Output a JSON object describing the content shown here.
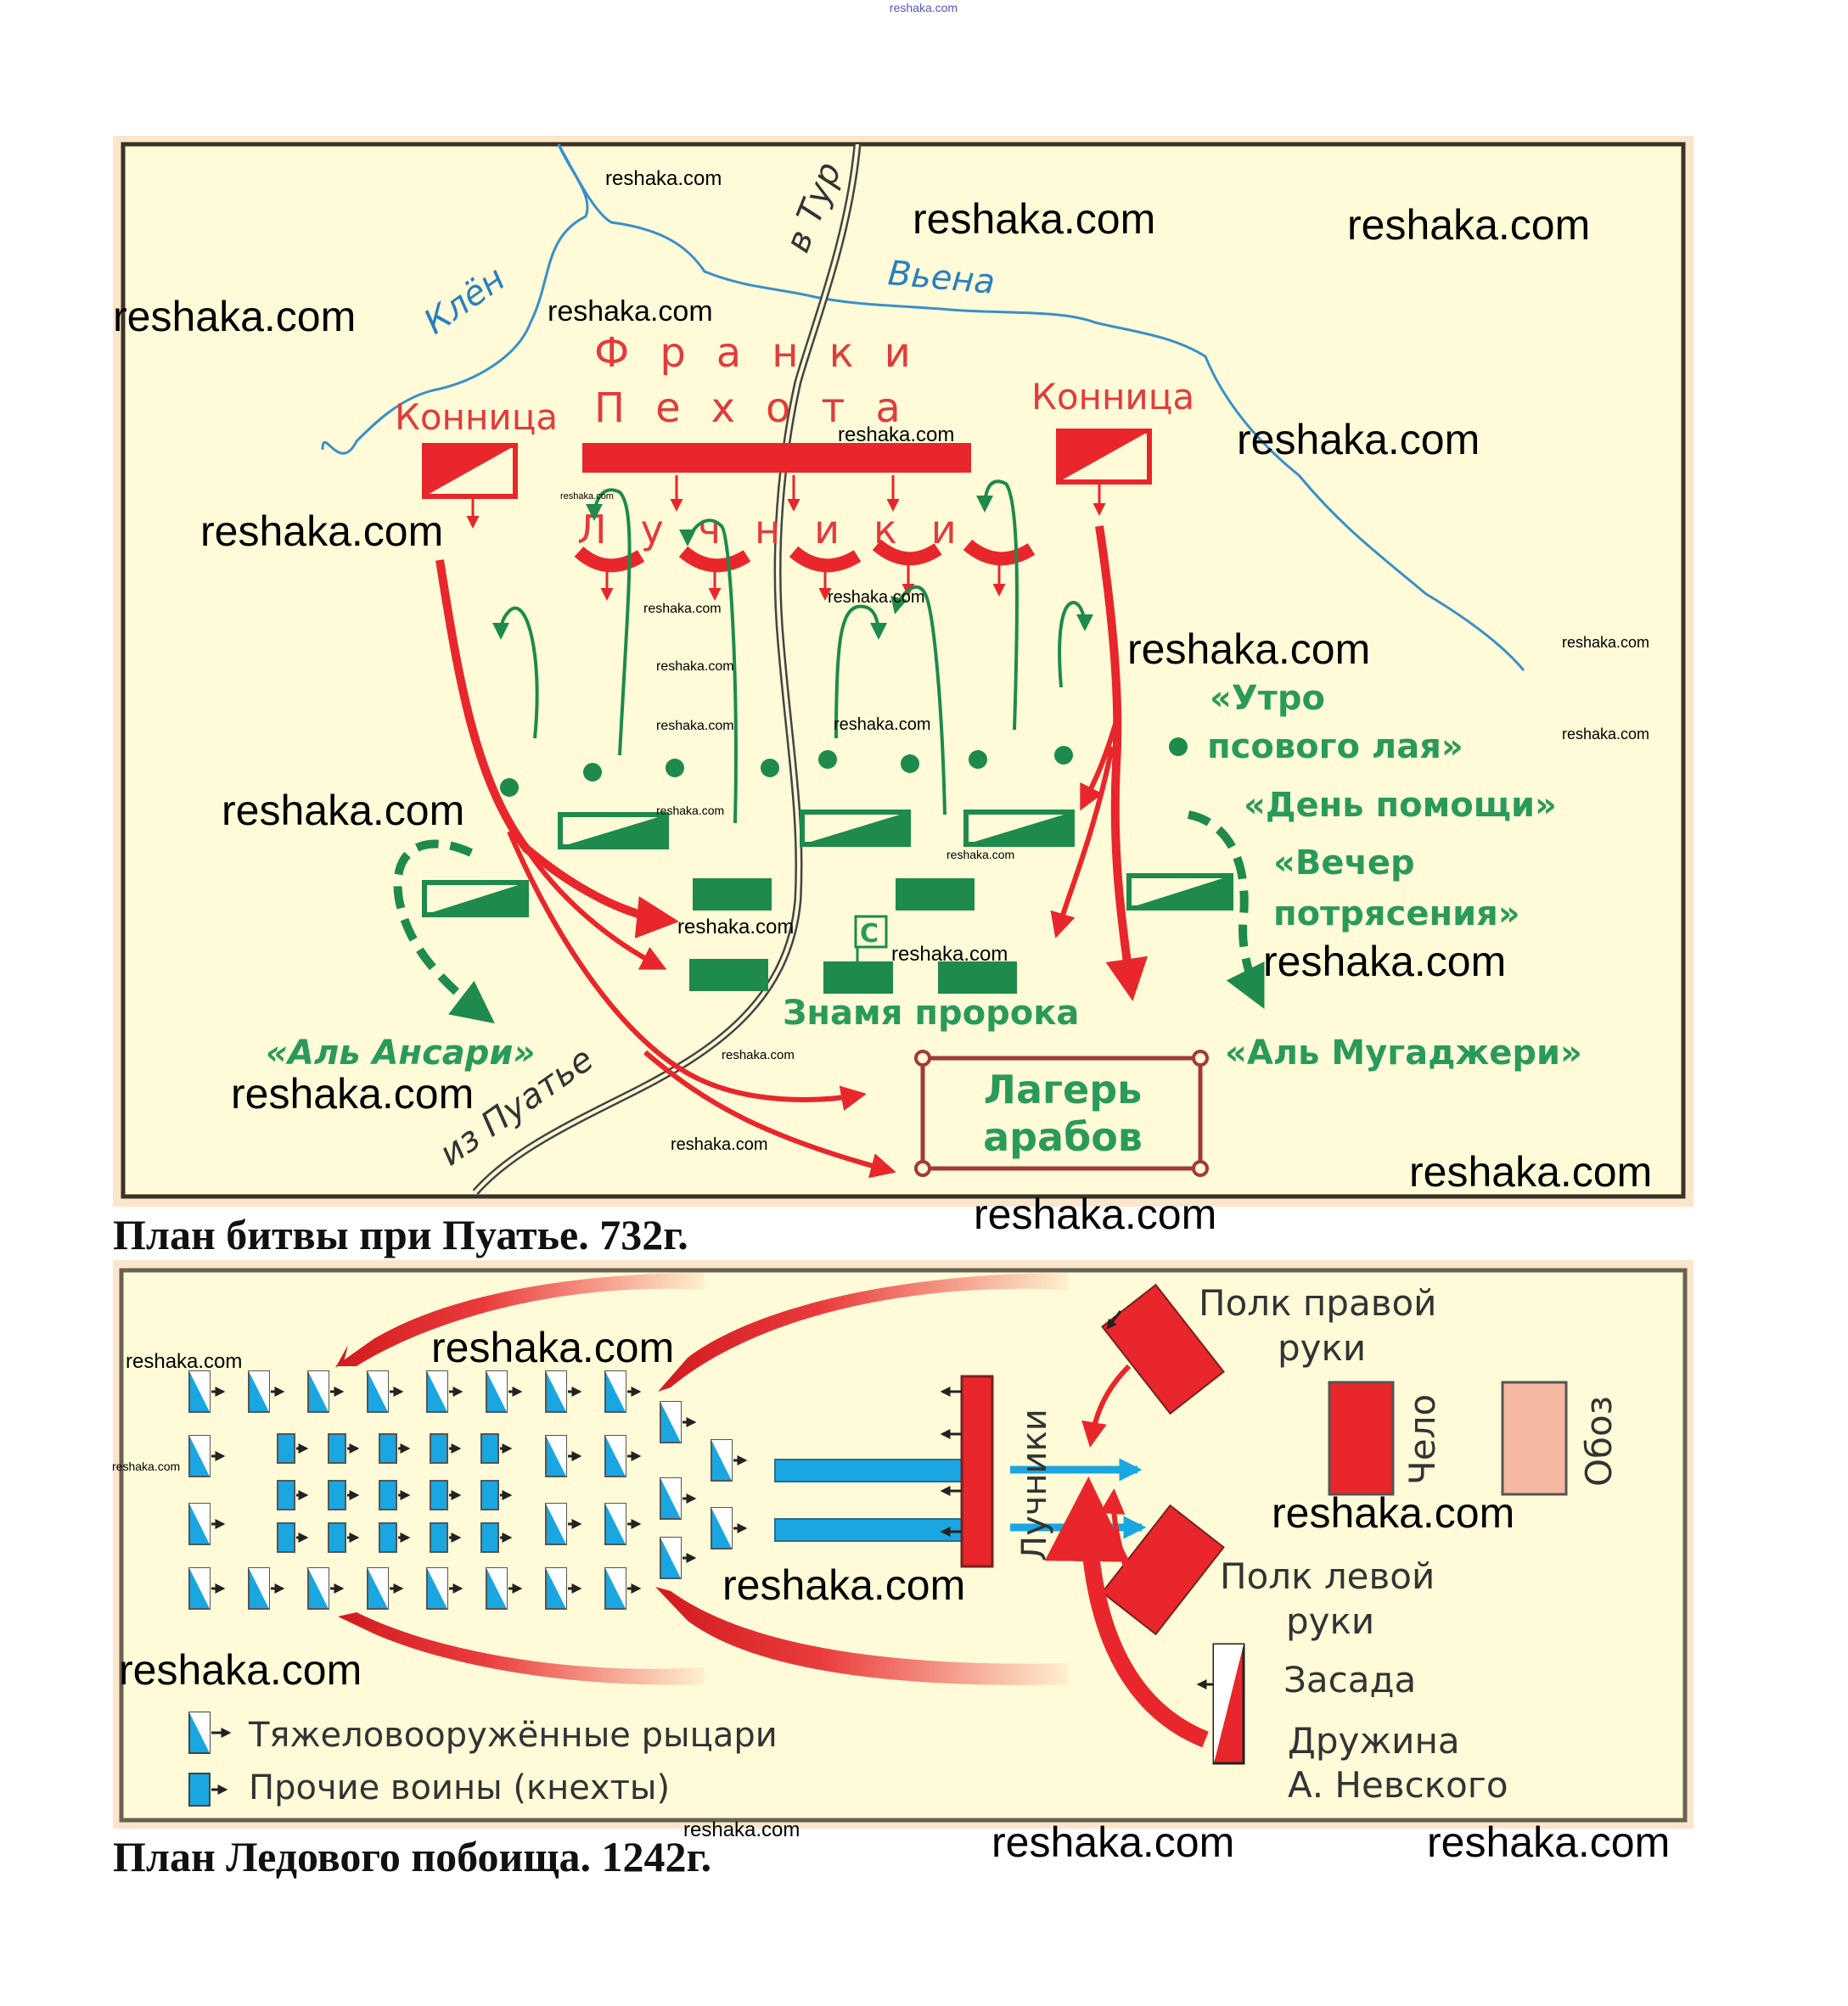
{
  "watermark_top": "reshaka.com",
  "watermark": "reshaka.com",
  "colors": {
    "map_bg": "#fffbd8",
    "frame_outer": "#fbe6cc",
    "frank_red": "#e8262b",
    "arab_green": "#1e8a4c",
    "river_blue": "#3a8fc8",
    "knight_blue": "#1aa6e0",
    "baggage_pink": "#f5b8a0",
    "camp_border": "#a03a3a"
  },
  "poitiers": {
    "caption": "План битвы при Пуатье. 732г.",
    "rivers": [
      "Клён",
      "Вьена"
    ],
    "road_labels": [
      "в Тур",
      "из Пуатье"
    ],
    "franks_title": "Франки",
    "infantry": "Пехота",
    "cavalry_left": "Конница",
    "cavalry_right": "Конница",
    "archers": "Лучники",
    "arab_units": [
      "«Утро",
      "псового лая»",
      "«День помощи»",
      "«Вечер",
      "потрясения»",
      "«Аль Мугаджери»",
      "«Аль Ансари»",
      "Знамя пророка"
    ],
    "banner_letter": "С",
    "camp_line1": "Лагерь",
    "camp_line2": "арабов"
  },
  "ice_battle": {
    "caption": "План Ледового побоища. 1242г.",
    "archers": "Лучники",
    "right_regiment_1": "Полк правой",
    "right_regiment_2": "руки",
    "left_regiment_1": "Полк левой",
    "left_regiment_2": "руки",
    "center": "Чело",
    "baggage": "Обоз",
    "ambush": "Засада",
    "druzhina_1": "Дружина",
    "druzhina_2": "А. Невского",
    "legend": [
      {
        "icon": "heavy-knight-icon",
        "label": "Тяжеловооружённые рыцари"
      },
      {
        "icon": "knecht-icon",
        "label": "Прочие воины (кнехты)"
      }
    ]
  }
}
